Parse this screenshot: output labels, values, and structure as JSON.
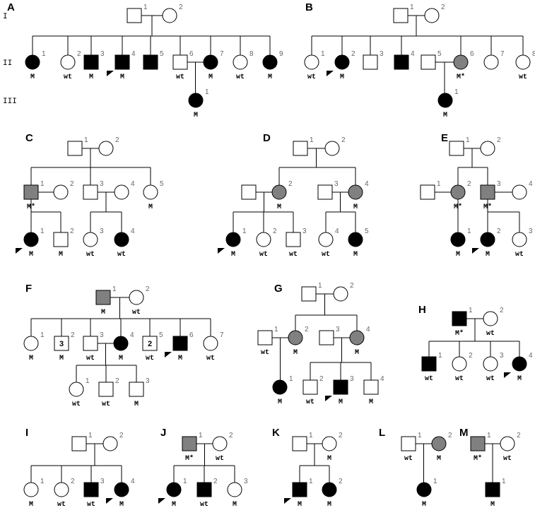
{
  "generations": [
    "I",
    "II",
    "III"
  ],
  "colors": {
    "affected": "#000000",
    "carrier": "#808080",
    "unaffected": "#ffffff"
  },
  "panels": [
    {
      "letter": "A",
      "individuals": [
        {
          "n": "1"
        },
        {
          "n": "2"
        },
        {
          "n": "1",
          "g": "M"
        },
        {
          "n": "2",
          "g": "wt"
        },
        {
          "n": "3",
          "g": "M"
        },
        {
          "n": "4",
          "g": "M"
        },
        {
          "n": "5"
        },
        {
          "n": "6",
          "g": "wt"
        },
        {
          "n": "7",
          "g": "M"
        },
        {
          "n": "8",
          "g": "wt"
        },
        {
          "n": "9",
          "g": "M"
        },
        {
          "n": "1",
          "g": "M"
        }
      ]
    },
    {
      "letter": "B",
      "individuals": [
        {
          "n": "1"
        },
        {
          "n": "2"
        },
        {
          "n": "1",
          "g": "wt"
        },
        {
          "n": "2",
          "g": "M"
        },
        {
          "n": "3"
        },
        {
          "n": "4"
        },
        {
          "n": "5"
        },
        {
          "n": "6",
          "g": "M*"
        },
        {
          "n": "7"
        },
        {
          "n": "8",
          "g": "wt"
        },
        {
          "n": "1",
          "g": "M"
        }
      ]
    },
    {
      "letter": "C",
      "individuals": [
        {
          "n": "1"
        },
        {
          "n": "2"
        },
        {
          "n": "1",
          "g": "M*"
        },
        {
          "n": "2"
        },
        {
          "n": "3"
        },
        {
          "n": "4"
        },
        {
          "n": "5",
          "g": "M"
        },
        {
          "n": "1",
          "g": "M"
        },
        {
          "n": "2",
          "g": "M"
        },
        {
          "n": "3",
          "g": "wt"
        },
        {
          "n": "4",
          "g": "wt"
        }
      ]
    },
    {
      "letter": "D",
      "individuals": [
        {
          "n": "1"
        },
        {
          "n": "2"
        },
        {
          "n": ""
        },
        {
          "n": "2",
          "g": "M"
        },
        {
          "n": "3"
        },
        {
          "n": "4",
          "g": "M"
        },
        {
          "n": "1",
          "g": "M"
        },
        {
          "n": "2",
          "g": "wt"
        },
        {
          "n": "3",
          "g": "wt"
        },
        {
          "n": "4",
          "g": "wt"
        },
        {
          "n": "5",
          "g": "M"
        }
      ]
    },
    {
      "letter": "E",
      "individuals": [
        {
          "n": "1"
        },
        {
          "n": "2"
        },
        {
          "n": "1"
        },
        {
          "n": "2",
          "g": "M*"
        },
        {
          "n": "3",
          "g": "M*"
        },
        {
          "n": "4"
        },
        {
          "n": "1",
          "g": "M"
        },
        {
          "n": "2",
          "g": "M"
        },
        {
          "n": "3",
          "g": "wt"
        }
      ]
    },
    {
      "letter": "F",
      "individuals": [
        {
          "n": "1",
          "g": "M"
        },
        {
          "n": "2",
          "g": "wt"
        },
        {
          "n": "1",
          "g": "M"
        },
        {
          "n": "2",
          "g": "M",
          "inner": "3"
        },
        {
          "n": "3",
          "g": "wt"
        },
        {
          "n": "4",
          "g": "M"
        },
        {
          "n": "5",
          "g": "wt",
          "inner": "2"
        },
        {
          "n": "6",
          "g": "M"
        },
        {
          "n": "7",
          "g": "wt"
        },
        {
          "n": "1",
          "g": "wt"
        },
        {
          "n": "2",
          "g": "wt"
        },
        {
          "n": "3",
          "g": "M"
        }
      ]
    },
    {
      "letter": "G",
      "individuals": [
        {
          "n": "1"
        },
        {
          "n": "2"
        },
        {
          "n": "1",
          "g": "wt"
        },
        {
          "n": "2",
          "g": "M"
        },
        {
          "n": "3"
        },
        {
          "n": "4",
          "g": "M"
        },
        {
          "n": "1",
          "g": "M"
        },
        {
          "n": "2",
          "g": "wt"
        },
        {
          "n": "3",
          "g": "M"
        },
        {
          "n": "4",
          "g": "M"
        }
      ]
    },
    {
      "letter": "H",
      "individuals": [
        {
          "n": "1",
          "g": "M*"
        },
        {
          "n": "2",
          "g": "wt"
        },
        {
          "n": "1",
          "g": "wt"
        },
        {
          "n": "2",
          "g": "wt"
        },
        {
          "n": "3",
          "g": "wt"
        },
        {
          "n": "4",
          "g": "M"
        }
      ]
    },
    {
      "letter": "I",
      "individuals": [
        {
          "n": "1"
        },
        {
          "n": "2"
        },
        {
          "n": "1",
          "g": "M"
        },
        {
          "n": "2",
          "g": "wt"
        },
        {
          "n": "3",
          "g": "wt"
        },
        {
          "n": "4",
          "g": "M"
        }
      ]
    },
    {
      "letter": "J",
      "individuals": [
        {
          "n": "1",
          "g": "M*"
        },
        {
          "n": "2",
          "g": "wt"
        },
        {
          "n": "1",
          "g": "M"
        },
        {
          "n": "2",
          "g": "wt"
        },
        {
          "n": "3",
          "g": "M"
        }
      ]
    },
    {
      "letter": "K",
      "individuals": [
        {
          "n": "1"
        },
        {
          "n": "2",
          "g": "M"
        },
        {
          "n": "1",
          "g": "M"
        },
        {
          "n": "2",
          "g": "M"
        }
      ]
    },
    {
      "letter": "L",
      "individuals": [
        {
          "n": "1",
          "g": "wt"
        },
        {
          "n": "2",
          "g": "M"
        },
        {
          "n": "1",
          "g": "M"
        }
      ]
    },
    {
      "letter": "M",
      "individuals": [
        {
          "n": "1",
          "g": "M*"
        },
        {
          "n": "2",
          "g": "wt"
        },
        {
          "n": "1",
          "g": "M"
        }
      ]
    }
  ]
}
